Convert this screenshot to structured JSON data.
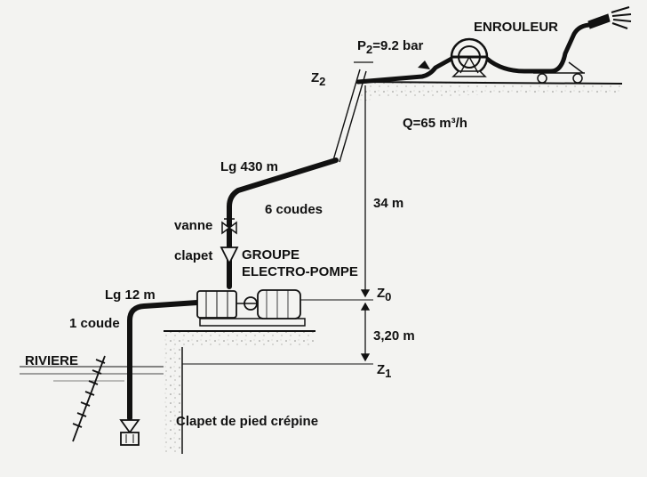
{
  "labels": {
    "enrouleur": "ENROULEUR",
    "p2_main": "P",
    "p2_sub": "2",
    "p2_value": "=9.2 bar",
    "z2_main": "Z",
    "z2_sub": "2",
    "q": "Q=65 m³/h",
    "lg430": "Lg 430 m",
    "coudes6": "6 coudes",
    "h34": "34 m",
    "vanne": "vanne",
    "clapet": "clapet",
    "groupe1": "GROUPE",
    "groupe2": "ELECTRO-POMPE",
    "lg12": "Lg 12 m",
    "coude1": "1 coude",
    "z0_main": "Z",
    "z0_sub": "0",
    "h320": "3,20 m",
    "riviere": "RIVIERE",
    "z1_main": "Z",
    "z1_sub": "1",
    "clapet_pied": "Clapet de pied crépine"
  },
  "colors": {
    "ink": "#111111",
    "paper": "#f3f3f1",
    "ground": "#9a9a96"
  }
}
